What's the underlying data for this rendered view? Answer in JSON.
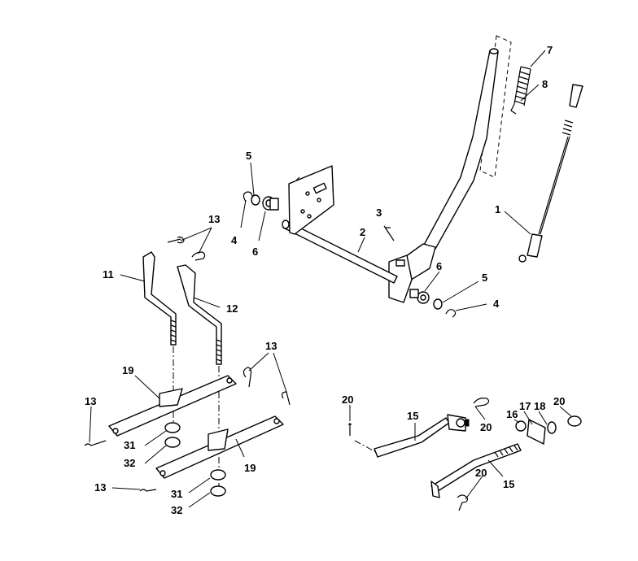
{
  "callouts": {
    "c1": "1",
    "c2": "2",
    "c3": "3",
    "c4": "4",
    "c5": "5",
    "c6": "6",
    "c7": "7",
    "c8": "8",
    "c11": "11",
    "c12": "12",
    "c13": "13",
    "c15": "15",
    "c16": "16",
    "c17": "17",
    "c18": "18",
    "c19": "19",
    "c20": "20",
    "c31": "31",
    "c32": "32"
  }
}
